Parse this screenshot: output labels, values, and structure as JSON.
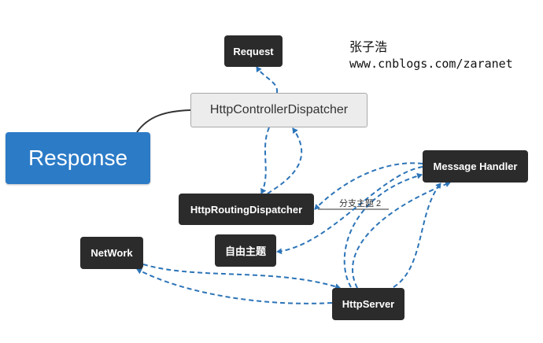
{
  "nodes": {
    "request": "Request",
    "http_controller_dispatcher": "HttpControllerDispatcher",
    "response": "Response",
    "message_handler": "Message Handler",
    "http_routing_dispatcher": "HttpRoutingDispatcher",
    "free_topic": "自由主题",
    "network": "NetWork",
    "http_server": "HttpServer"
  },
  "edge_labels": {
    "branch_topic_2": "分支主题 2"
  },
  "credit": {
    "author": "张子浩",
    "site": "www.cnblogs.com/zaranet"
  },
  "colors": {
    "root_fill": "#2c7bc7",
    "node_fill": "#2b2b2b",
    "light_node_fill": "#ececec",
    "dashed_arrow": "#2c74b8",
    "connector": "#333333"
  }
}
